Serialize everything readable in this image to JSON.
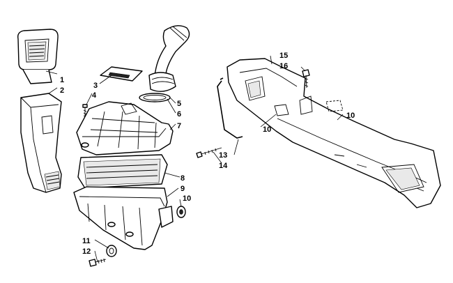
{
  "diagram": {
    "callouts": [
      {
        "id": "c1",
        "label": "1"
      },
      {
        "id": "c2",
        "label": "2"
      },
      {
        "id": "c3",
        "label": "3"
      },
      {
        "id": "c4",
        "label": "4"
      },
      {
        "id": "c5",
        "label": "5"
      },
      {
        "id": "c6",
        "label": "6"
      },
      {
        "id": "c7",
        "label": "7"
      },
      {
        "id": "c8",
        "label": "8"
      },
      {
        "id": "c9",
        "label": "9"
      },
      {
        "id": "c10a",
        "label": "10"
      },
      {
        "id": "c10b",
        "label": "10"
      },
      {
        "id": "c10c",
        "label": "10"
      },
      {
        "id": "c11",
        "label": "11"
      },
      {
        "id": "c12",
        "label": "12"
      },
      {
        "id": "c13",
        "label": "13"
      },
      {
        "id": "c14",
        "label": "14"
      },
      {
        "id": "c15",
        "label": "15"
      },
      {
        "id": "c16",
        "label": "16"
      }
    ]
  }
}
